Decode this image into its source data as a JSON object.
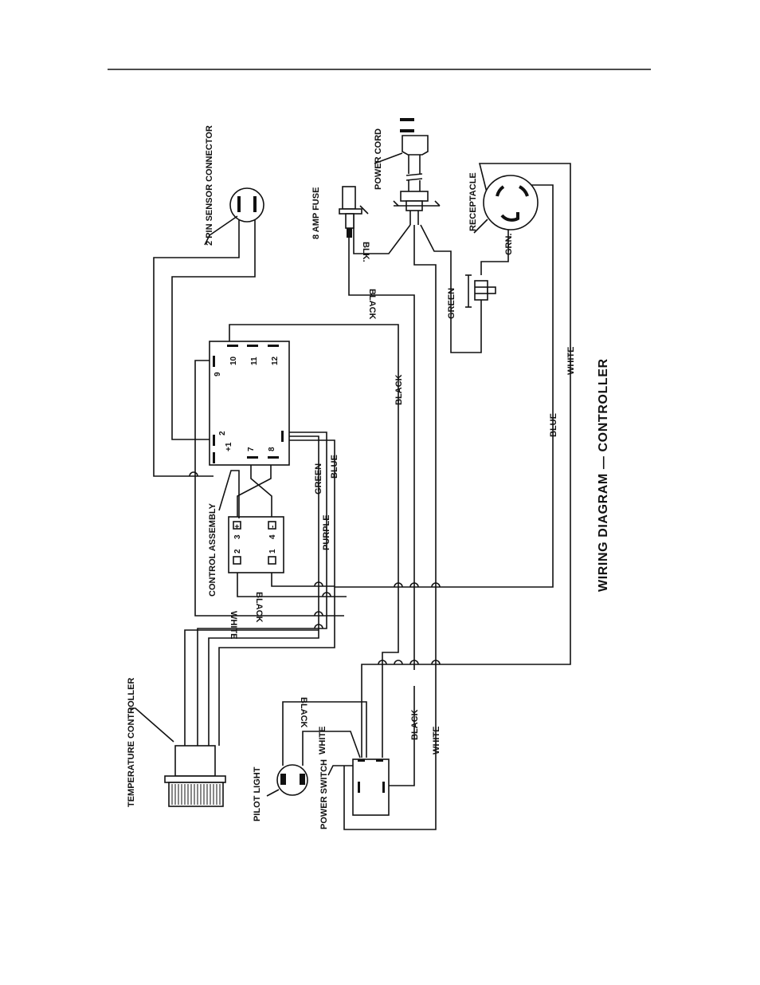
{
  "diagram": {
    "title": "WIRING DIAGRAM — CONTROLLER",
    "components": {
      "sensor_connector": "2 PIN SENSOR CONNECTOR",
      "fuse": "8 AMP FUSE",
      "power_cord": "POWER CORD",
      "receptacle": "RECEPTACLE",
      "control_assembly": "CONTROL ASSEMBLY",
      "temperature_controller": "TEMPERATURE CONTROLLER",
      "pilot_light": "PILOT LIGHT",
      "power_switch": "POWER SWITCH"
    },
    "wire_labels": {
      "black": "BLACK",
      "white": "WHITE",
      "green": "GREEN",
      "blue": "BLUE",
      "purple": "PURPLE",
      "blk": "BLK.",
      "grn": "GRN."
    },
    "terminal_block_pins": [
      "+1",
      "2",
      "7",
      "8",
      "9",
      "10",
      "11",
      "12"
    ],
    "control_assembly_pins": [
      "1",
      "2",
      "3",
      "4"
    ],
    "control_assembly_symbols": [
      "+",
      "-"
    ]
  }
}
